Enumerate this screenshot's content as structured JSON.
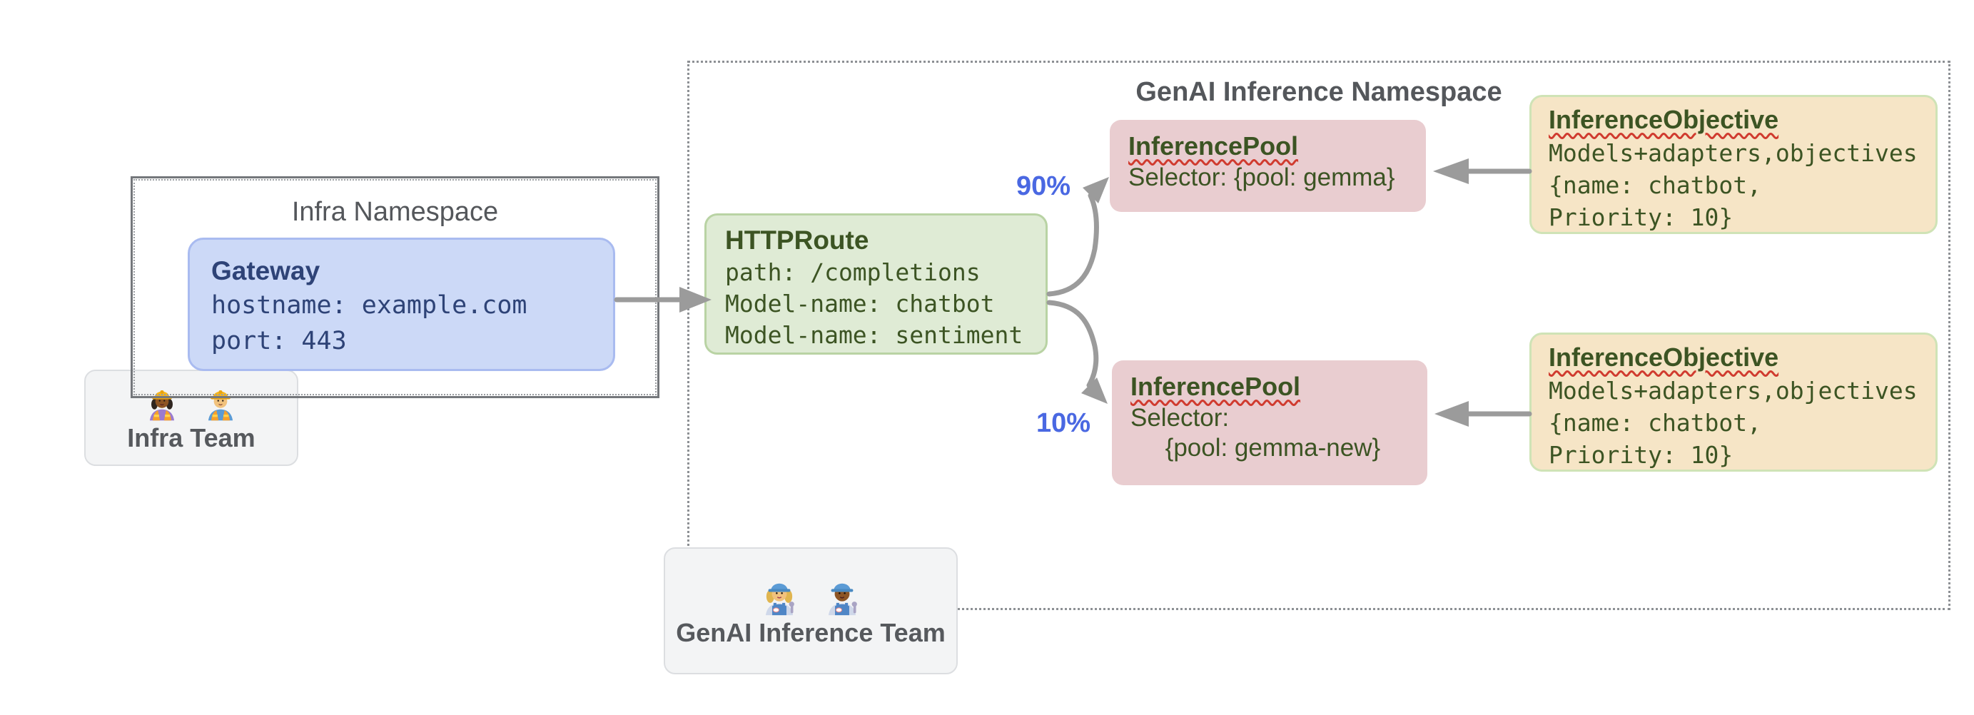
{
  "infra_namespace": {
    "title": "Infra Namespace"
  },
  "gateway": {
    "title": "Gateway",
    "body": "hostname: example.com\nport: 443"
  },
  "infra_team": {
    "label": "Infra Team",
    "icons": [
      "woman-construction-worker",
      "man-construction-worker"
    ]
  },
  "genai_namespace": {
    "title": "GenAI Inference Namespace"
  },
  "httproute": {
    "title": "HTTPRoute",
    "body": "path: /completions\nModel-name: chatbot\nModel-name: sentiment"
  },
  "pool_top": {
    "title": "InferencePool",
    "body": "Selector: {pool: gemma}"
  },
  "pool_bottom": {
    "title": "InferencePool",
    "body": "Selector:\n     {pool: gemma-new}"
  },
  "objective_top": {
    "title": "InferenceObjective",
    "body": "Models+adapters,objectives\n{name: chatbot,\nPriority: 10}"
  },
  "objective_bottom": {
    "title": "InferenceObjective",
    "body": "Models+adapters,objectives\n{name: chatbot,\nPriority: 10}"
  },
  "traffic": {
    "top_label": "90%",
    "bottom_label": "10%"
  },
  "genai_team": {
    "label": "GenAI Inference Team",
    "icons": [
      "woman-mechanic",
      "man-mechanic"
    ]
  },
  "colors": {
    "gateway_fill": "#ccd9f7",
    "gateway_text": "#2e4377",
    "httproute_fill": "#dfebd5",
    "pool_fill": "#e9cdd0",
    "objective_fill": "#f6e5c6",
    "green_text": "#3c5423",
    "traffic_blue": "#4a68e2",
    "arrow_gray": "#9b9b9b",
    "spellcheck_red": "#d03b2f"
  }
}
